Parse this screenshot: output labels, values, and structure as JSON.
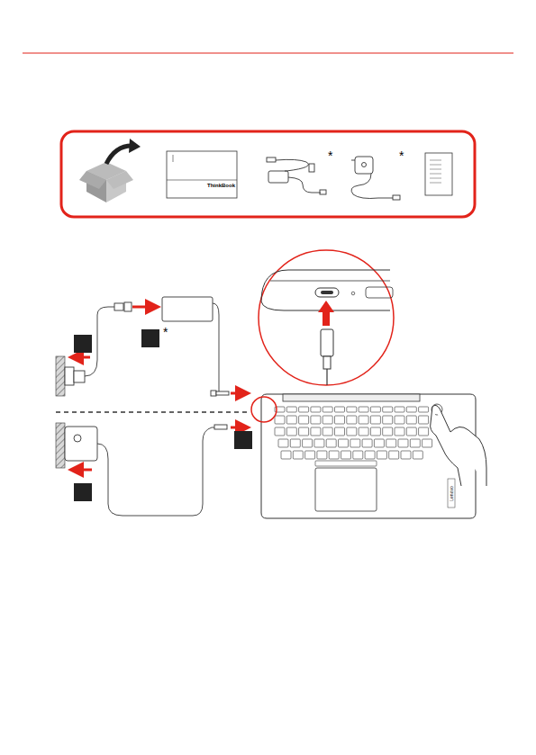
{
  "diagram": {
    "labels": [
      "*",
      "*",
      "*",
      "ThinkBook",
      "Lenovo"
    ]
  }
}
